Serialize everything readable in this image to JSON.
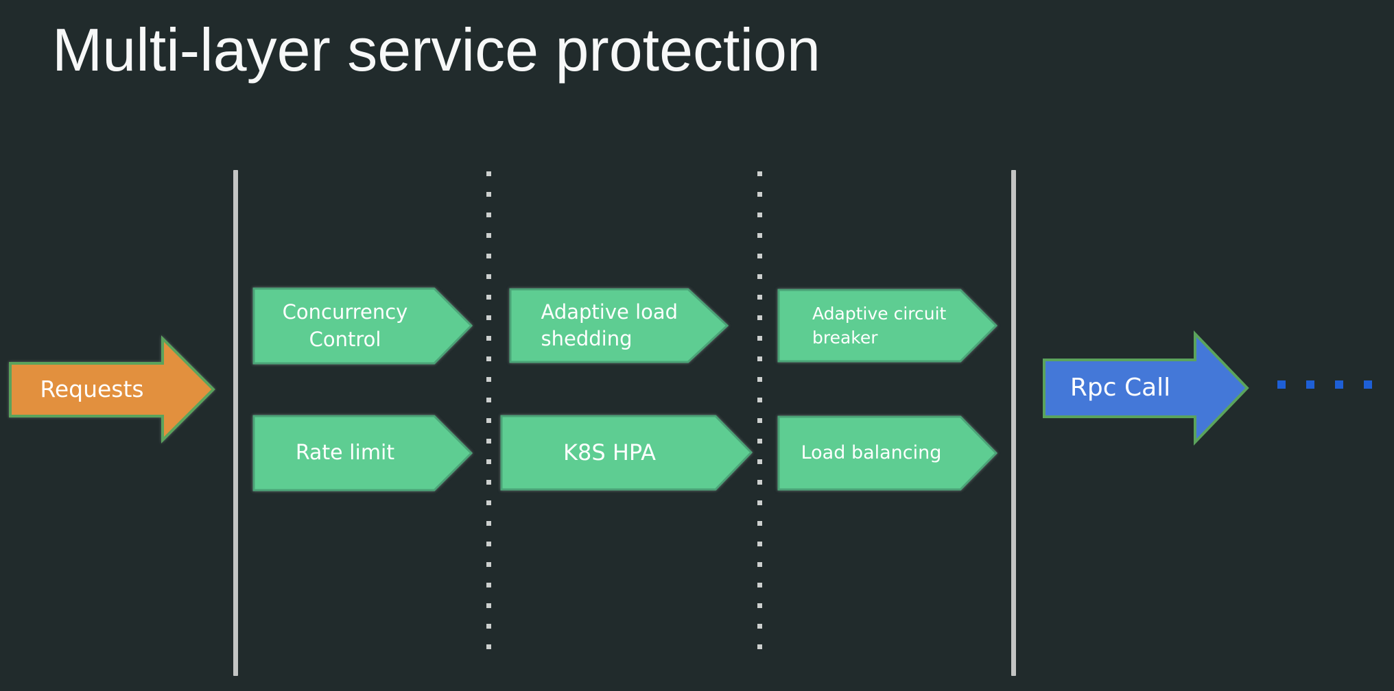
{
  "slide": {
    "title": "Multi-layer service protection",
    "requests_arrow": "Requests",
    "rpc_arrow": "Rpc Call",
    "layers": [
      {
        "top": "Concurrency Control",
        "bottom": "Rate limit"
      },
      {
        "top": "Adaptive load shedding",
        "bottom": "K8S HPA"
      },
      {
        "top": "Adaptive circuit breaker",
        "bottom": "Load balancing"
      }
    ]
  },
  "colors": {
    "background": "#212B2C",
    "box_green": "#5ECD92",
    "box_green_border": "#4BA377",
    "requests_orange": "#E2903E",
    "arrow_green_border": "#5BA35C",
    "rpc_blue": "#4478D8",
    "dots_blue": "#1E5FD6",
    "line_gray": "#C3C5C4",
    "dot_line_gray": "#CDD0CF",
    "text_white": "#FFFFFF"
  }
}
